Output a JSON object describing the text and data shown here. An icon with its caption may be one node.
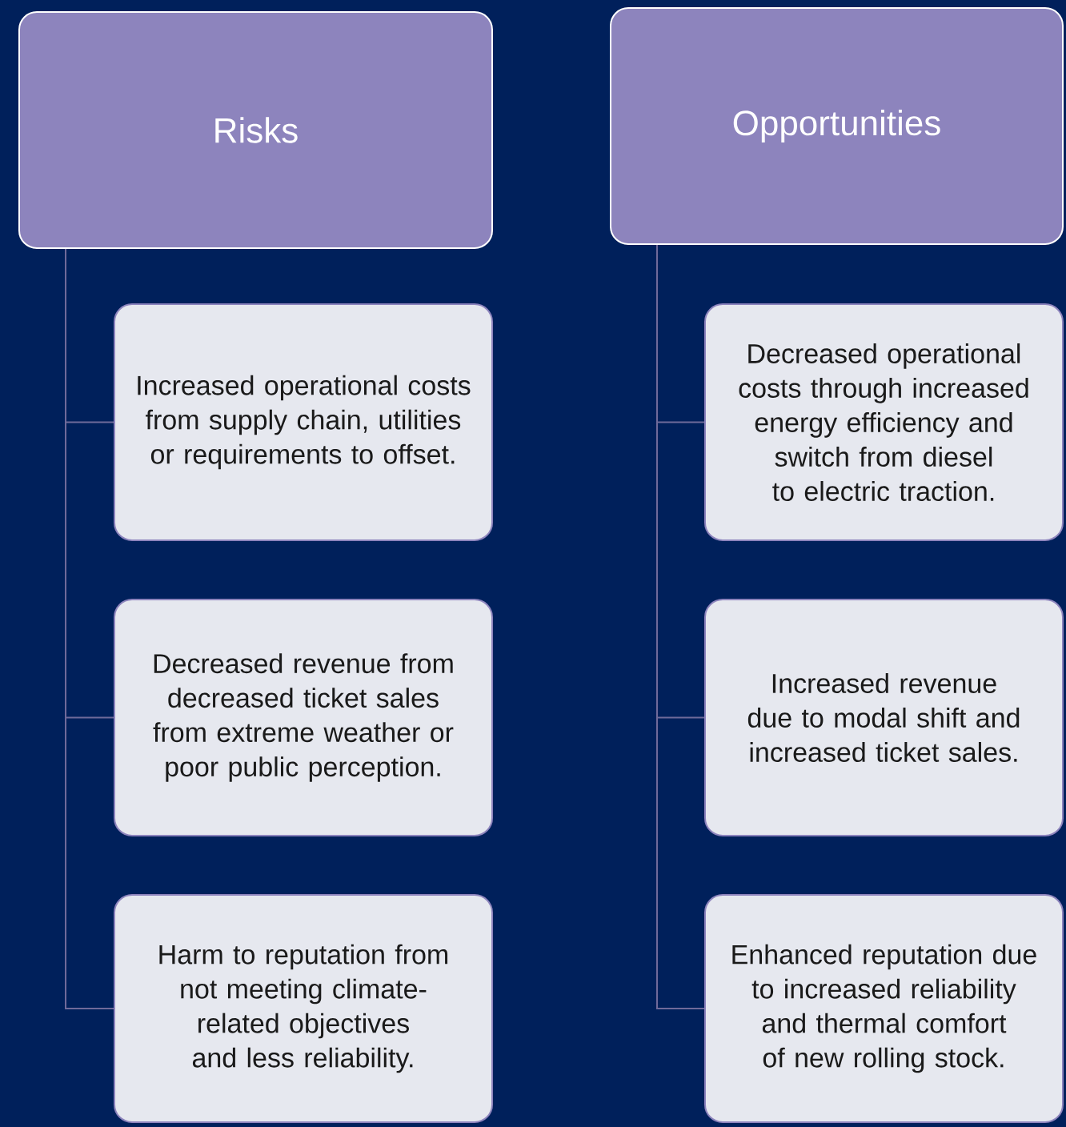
{
  "diagram": {
    "nodes": [
      {
        "text": [
          "Risks"
        ]
      },
      {
        "text": [
          "Increased operational costs from supply chain, utilities or requirements to offset."
        ]
      },
      {
        "text": [
          "Decreased revenue from decreased ticket sales from extreme weather or poor public perception."
        ]
      },
      {
        "text": [
          "Harm to reputation from not meeting climate-related objectives and less reliability."
        ]
      },
      {
        "text": [
          "Opportunities"
        ]
      },
      {
        "text": [
          "Decreased operational costs through increased energy efficiency and switch from diesel to electric traction."
        ]
      },
      {
        "text": [
          "Increased revenue due to modal shift and increased ticket sales."
        ]
      },
      {
        "text": [
          "Enhanced reputation due to increased reliability and thermal comfort of new rolling stock."
        ]
      }
    ],
    "edges": [
      {
        "from": 0,
        "to": 1,
        "arrow": "none"
      },
      {
        "from": 0,
        "to": 2,
        "arrow": "none"
      },
      {
        "from": 0,
        "to": 3,
        "arrow": "none"
      },
      {
        "from": 4,
        "to": 5,
        "arrow": "none"
      },
      {
        "from": 4,
        "to": 6,
        "arrow": "none"
      },
      {
        "from": 4,
        "to": 7,
        "arrow": "none"
      }
    ]
  }
}
